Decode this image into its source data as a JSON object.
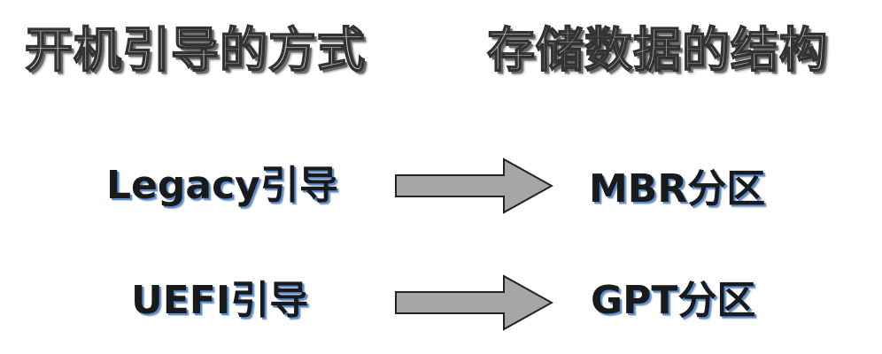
{
  "headings": {
    "left": "开机引导的方式",
    "right": "存储数据的结构"
  },
  "rows": [
    {
      "boot": "Legacy引导",
      "partition": "MBR分区"
    },
    {
      "boot": "UEFI引导",
      "partition": "GPT分区"
    }
  ],
  "colors": {
    "heading_fill": "#c8c8c8",
    "heading_outline": "#333333",
    "label_text": "#1a1a1a",
    "label_shadow": "#5b8fd0",
    "arrow_fill": "#a6a6a6",
    "arrow_stroke": "#222222"
  },
  "icons": [
    "right-arrow-icon"
  ]
}
